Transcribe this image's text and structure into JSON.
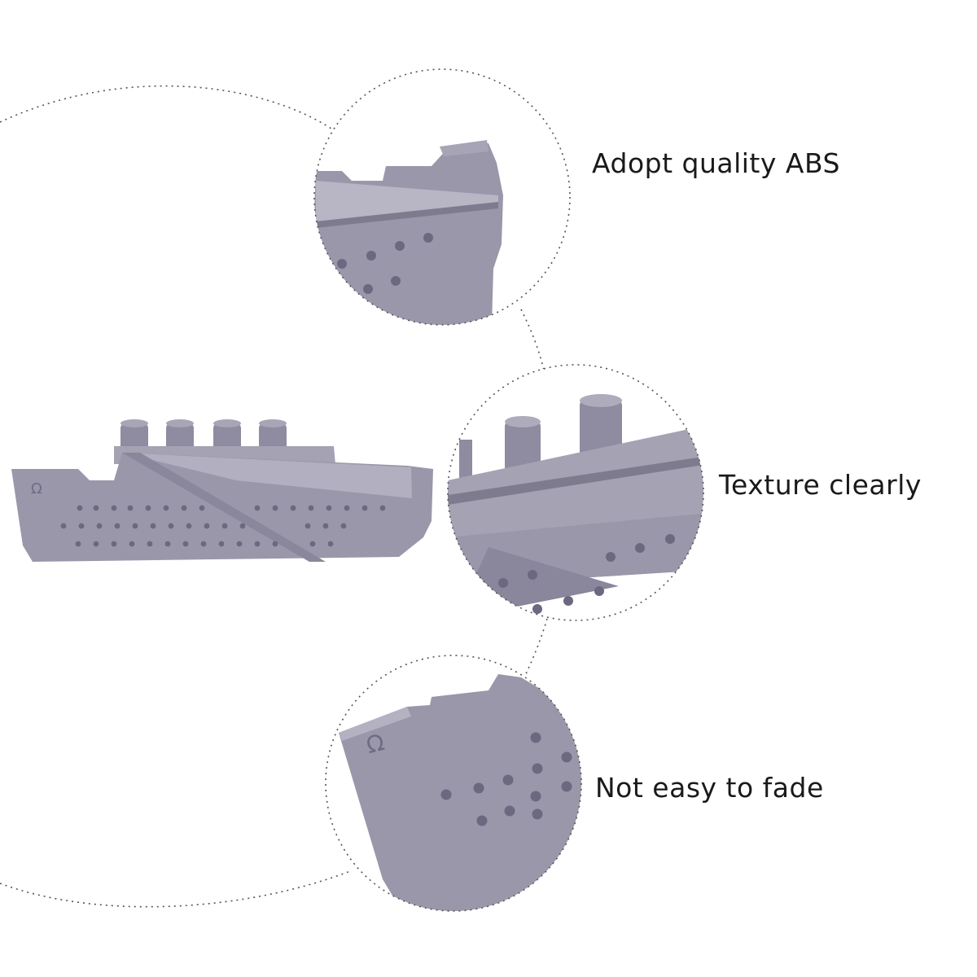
{
  "features": [
    {
      "text": "Adopt quality ABS"
    },
    {
      "text": "Texture clearly"
    },
    {
      "text": "Not easy to fade"
    }
  ],
  "colors": {
    "background": "#ffffff",
    "model": "#9b97aa",
    "model_light": "#b9b6c6",
    "model_dark": "#7f7b8f",
    "dot": "#6c6880",
    "dotted_line": "#555555",
    "text": "#1a1a1a"
  }
}
